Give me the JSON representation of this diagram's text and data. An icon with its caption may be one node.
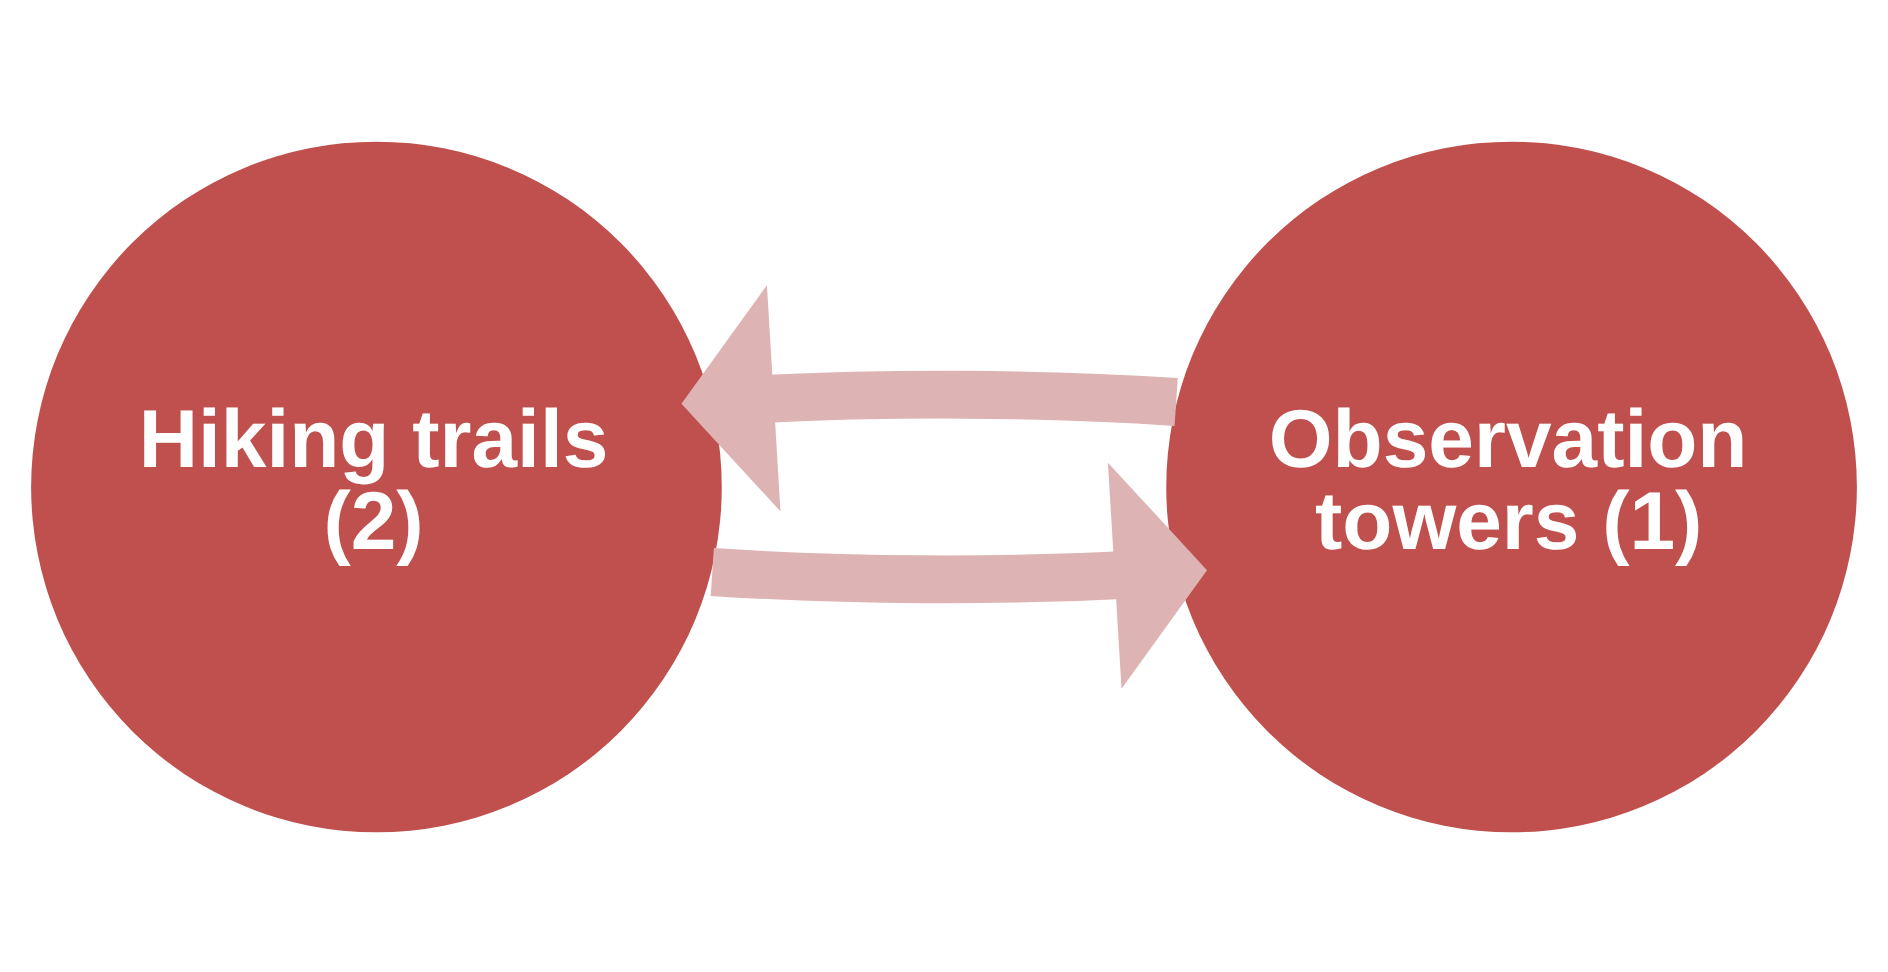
{
  "diagram": {
    "nodes": [
      {
        "text": [
          "Hiking trails (2)"
        ]
      },
      {
        "text": [
          "Observation towers (1)"
        ]
      }
    ],
    "edges": [
      {
        "from": 0,
        "to": 1,
        "arrow": "to"
      },
      {
        "from": 1,
        "to": 0,
        "arrow": "to"
      }
    ]
  }
}
